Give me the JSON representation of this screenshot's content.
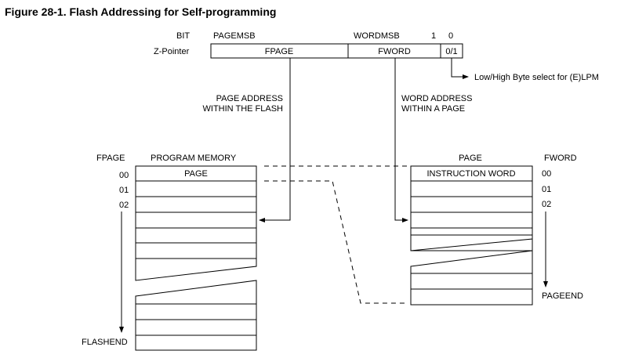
{
  "figure": {
    "title": "Figure 28-1. Flash Addressing for Self-programming"
  },
  "zpointer": {
    "bit_label": "BIT",
    "pagemsb": "PAGEMSB",
    "wordmsb": "WORDMSB",
    "bit1": "1",
    "bit0": "0",
    "row_label": "Z-Pointer",
    "fpage": "FPAGE",
    "fword": "FWORD",
    "byte_sel": "0/1",
    "byte_sel_note": "Low/High Byte select for (E)LPM"
  },
  "annotations": {
    "page_address_line1": "PAGE ADDRESS",
    "page_address_line2": "WITHIN THE FLASH",
    "word_address_line1": "WORD ADDRESS",
    "word_address_line2": "WITHIN A PAGE"
  },
  "program_memory": {
    "axis_label": "FPAGE",
    "title": "PROGRAM MEMORY",
    "first_row": "PAGE",
    "row_labels": [
      "00",
      "01",
      "02"
    ],
    "end_label": "FLASHEND"
  },
  "page": {
    "title": "PAGE",
    "axis_label": "FWORD",
    "first_row": "INSTRUCTION WORD",
    "row_labels": [
      "00",
      "01",
      "02"
    ],
    "end_label": "PAGEEND"
  }
}
